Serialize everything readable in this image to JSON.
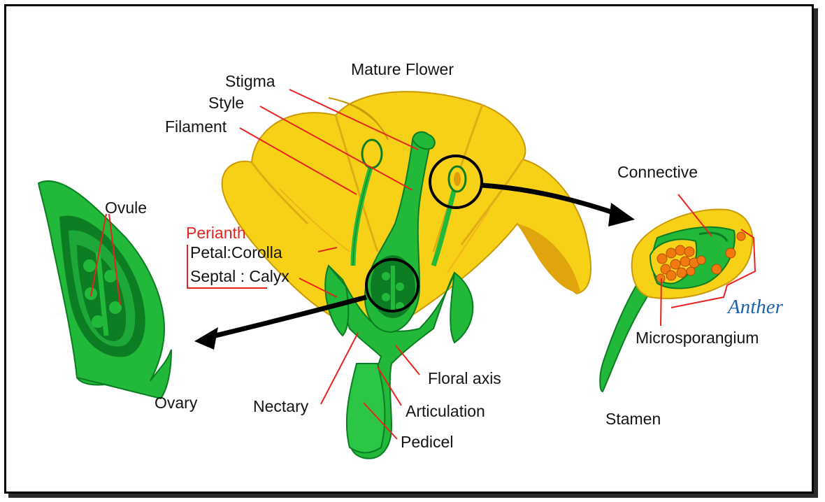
{
  "diagram": {
    "title": "Mature Flower",
    "labels": {
      "stigma": "Stigma",
      "style": "Style",
      "filament": "Filament",
      "ovule": "Ovule",
      "perianth": "Perianth",
      "petal": "Petal:Corolla",
      "septal": "Septal : Calyx",
      "ovary": "Ovary",
      "nectary": "Nectary",
      "floral_axis": "Floral axis",
      "articulation": "Articulation",
      "pedicel": "Pedicel",
      "connective": "Connective",
      "anther": "Anther",
      "microsporangium": "Microsporangium",
      "stamen": "Stamen"
    },
    "colors": {
      "petal_yellow": "#f7d117",
      "petal_shadow": "#d9a20a",
      "green": "#22b83a",
      "dark_green": "#0c7d22",
      "leader_red": "#e8231f",
      "pollen_orange": "#f07a10",
      "anther_blue": "#1f63a8"
    }
  }
}
